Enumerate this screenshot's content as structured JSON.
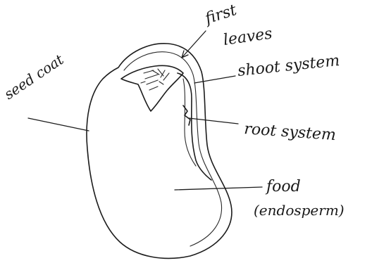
{
  "labels": {
    "seed_coat": "seed coat",
    "first_leaves_line1": "first",
    "first_leaves_line2": "leaves",
    "shoot_system": "shoot system",
    "root_system": "root system",
    "food_line1": "food",
    "food_line2": "(endosperm)"
  }
}
